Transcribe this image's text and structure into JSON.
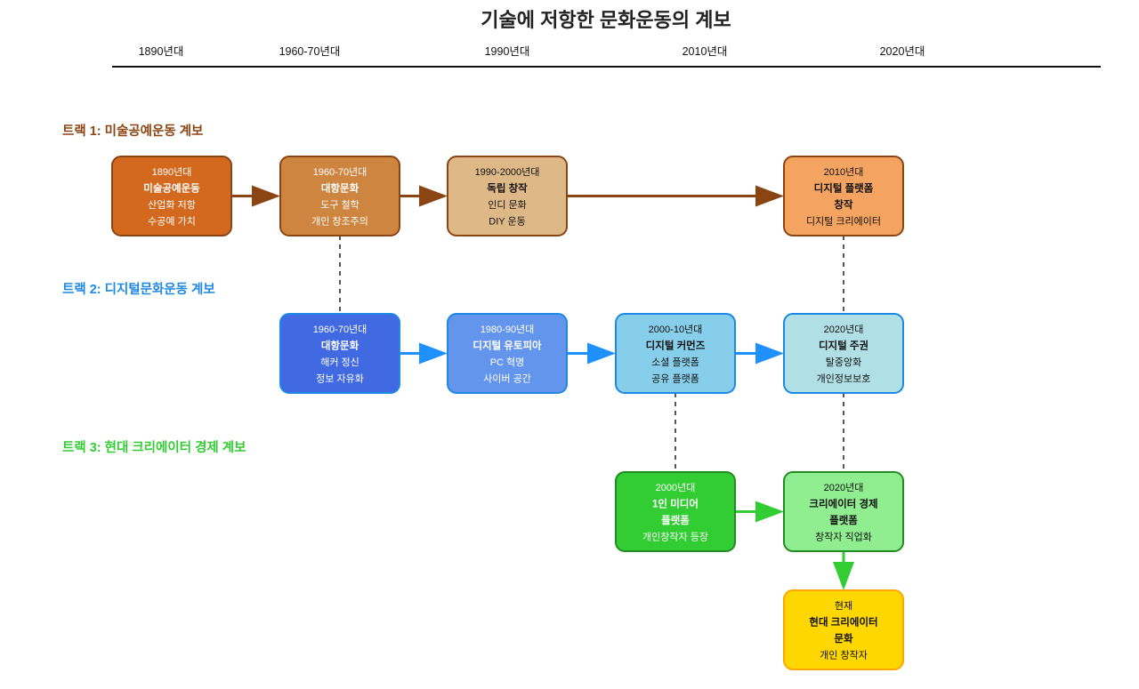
{
  "title": "기술에 저항한 문화운동의 계보",
  "timeline": {
    "eras": [
      "1890년대",
      "1960-70년대",
      "1990년대",
      "2010년대",
      "2020년대"
    ]
  },
  "tracks": [
    {
      "id": "track1",
      "label": "트랙 1: 미술공예운동 계보",
      "color": "#8B4513",
      "nodes": [
        {
          "id": "t1n1",
          "lines": [
            {
              "text": "1890년대",
              "bold": false
            },
            {
              "text": "미술공예운동",
              "bold": true
            },
            {
              "text": "산업화 저항",
              "bold": false
            },
            {
              "text": "수공예 가치",
              "bold": false
            }
          ],
          "fill": "#D2691E",
          "stroke": "#8B4513",
          "text_color": "#ffffff"
        },
        {
          "id": "t1n2",
          "lines": [
            {
              "text": "1960-70년대",
              "bold": false
            },
            {
              "text": "대항문화",
              "bold": true
            },
            {
              "text": "도구 철학",
              "bold": false
            },
            {
              "text": "개인 창조주의",
              "bold": false
            }
          ],
          "fill": "#CD853F",
          "stroke": "#8B4513",
          "text_color": "#ffffff"
        },
        {
          "id": "t1n3",
          "lines": [
            {
              "text": "1990-2000년대",
              "bold": false
            },
            {
              "text": "독립 창작",
              "bold": true
            },
            {
              "text": "인디 문화",
              "bold": false
            },
            {
              "text": "DIY 운동",
              "bold": false
            }
          ],
          "fill": "#DEB887",
          "stroke": "#8B4513",
          "text_color": "#111111"
        },
        {
          "id": "t1n4",
          "lines": [
            {
              "text": "2010년대",
              "bold": false
            },
            {
              "text": "디지털 플랫폼",
              "bold": true
            },
            {
              "text": "창작",
              "bold": true
            },
            {
              "text": "디지털 크리에이터",
              "bold": false
            }
          ],
          "fill": "#F4A460",
          "stroke": "#8B4513",
          "text_color": "#111111"
        }
      ]
    },
    {
      "id": "track2",
      "label": "트랙 2: 디지털문화운동 계보",
      "color": "#1E88E5",
      "nodes": [
        {
          "id": "t2n1",
          "lines": [
            {
              "text": "1960-70년대",
              "bold": false
            },
            {
              "text": "대항문화",
              "bold": true
            },
            {
              "text": "해커 정신",
              "bold": false
            },
            {
              "text": "정보 자유화",
              "bold": false
            }
          ],
          "fill": "#4169E1",
          "stroke": "#1E88E5",
          "text_color": "#ffffff"
        },
        {
          "id": "t2n2",
          "lines": [
            {
              "text": "1980-90년대",
              "bold": false
            },
            {
              "text": "디지털 유토피아",
              "bold": true
            },
            {
              "text": "PC 혁명",
              "bold": false
            },
            {
              "text": "사이버 공간",
              "bold": false
            }
          ],
          "fill": "#6495ED",
          "stroke": "#1E88E5",
          "text_color": "#ffffff"
        },
        {
          "id": "t2n3",
          "lines": [
            {
              "text": "2000-10년대",
              "bold": false
            },
            {
              "text": "디지털 커먼즈",
              "bold": true
            },
            {
              "text": "소셜 플랫폼",
              "bold": false
            },
            {
              "text": "공유 플랫폼",
              "bold": false
            }
          ],
          "fill": "#87CEEB",
          "stroke": "#1E88E5",
          "text_color": "#111111"
        },
        {
          "id": "t2n4",
          "lines": [
            {
              "text": "2020년대",
              "bold": false
            },
            {
              "text": "디지털 주권",
              "bold": true
            },
            {
              "text": "탈중앙화",
              "bold": false
            },
            {
              "text": "개인정보보호",
              "bold": false
            }
          ],
          "fill": "#B0E0E6",
          "stroke": "#1E88E5",
          "text_color": "#111111"
        }
      ]
    },
    {
      "id": "track3",
      "label": "트랙 3: 현대 크리에이터 경제 계보",
      "color": "#32CD32",
      "nodes": [
        {
          "id": "t3n1",
          "lines": [
            {
              "text": "2000년대",
              "bold": false
            },
            {
              "text": "1인 미디어",
              "bold": true
            },
            {
              "text": "플랫폼",
              "bold": true
            },
            {
              "text": "개인창작자 등장",
              "bold": false
            }
          ],
          "fill": "#32CD32",
          "stroke": "#228B22",
          "text_color": "#ffffff"
        },
        {
          "id": "t3n2",
          "lines": [
            {
              "text": "2020년대",
              "bold": false
            },
            {
              "text": "크리에이터 경제",
              "bold": true
            },
            {
              "text": "플랫폼",
              "bold": true
            },
            {
              "text": "창작자 직업화",
              "bold": false
            }
          ],
          "fill": "#90EE90",
          "stroke": "#228B22",
          "text_color": "#111111"
        },
        {
          "id": "t3n3",
          "lines": [
            {
              "text": "현재",
              "bold": false
            },
            {
              "text": "현대 크리에이터",
              "bold": true
            },
            {
              "text": "문화",
              "bold": true
            },
            {
              "text": "개인 창작자",
              "bold": false
            }
          ],
          "fill": "#FFD700",
          "stroke": "#FFA500",
          "text_color": "#111111"
        }
      ]
    }
  ],
  "edges": [
    {
      "from": "t1n1",
      "to": "t1n2",
      "type": "arrow",
      "color": "#8B4513"
    },
    {
      "from": "t1n2",
      "to": "t1n3",
      "type": "arrow",
      "color": "#8B4513"
    },
    {
      "from": "t1n3",
      "to": "t1n4",
      "type": "arrow",
      "color": "#8B4513"
    },
    {
      "from": "t2n1",
      "to": "t2n2",
      "type": "arrow",
      "color": "#1E90FF"
    },
    {
      "from": "t2n2",
      "to": "t2n3",
      "type": "arrow",
      "color": "#1E90FF"
    },
    {
      "from": "t2n3",
      "to": "t2n4",
      "type": "arrow",
      "color": "#1E90FF"
    },
    {
      "from": "t3n1",
      "to": "t3n2",
      "type": "arrow",
      "color": "#32CD32"
    },
    {
      "from": "t3n2",
      "to": "t3n3",
      "type": "arrow",
      "color": "#32CD32"
    },
    {
      "from": "t1n2",
      "to": "t2n1",
      "type": "dashed",
      "color": "#555555"
    },
    {
      "from": "t1n4",
      "to": "t2n4",
      "type": "dashed",
      "color": "#555555"
    },
    {
      "from": "t2n3",
      "to": "t3n1",
      "type": "dashed",
      "color": "#555555"
    },
    {
      "from": "t2n4",
      "to": "t3n2",
      "type": "dashed",
      "color": "#555555"
    }
  ]
}
